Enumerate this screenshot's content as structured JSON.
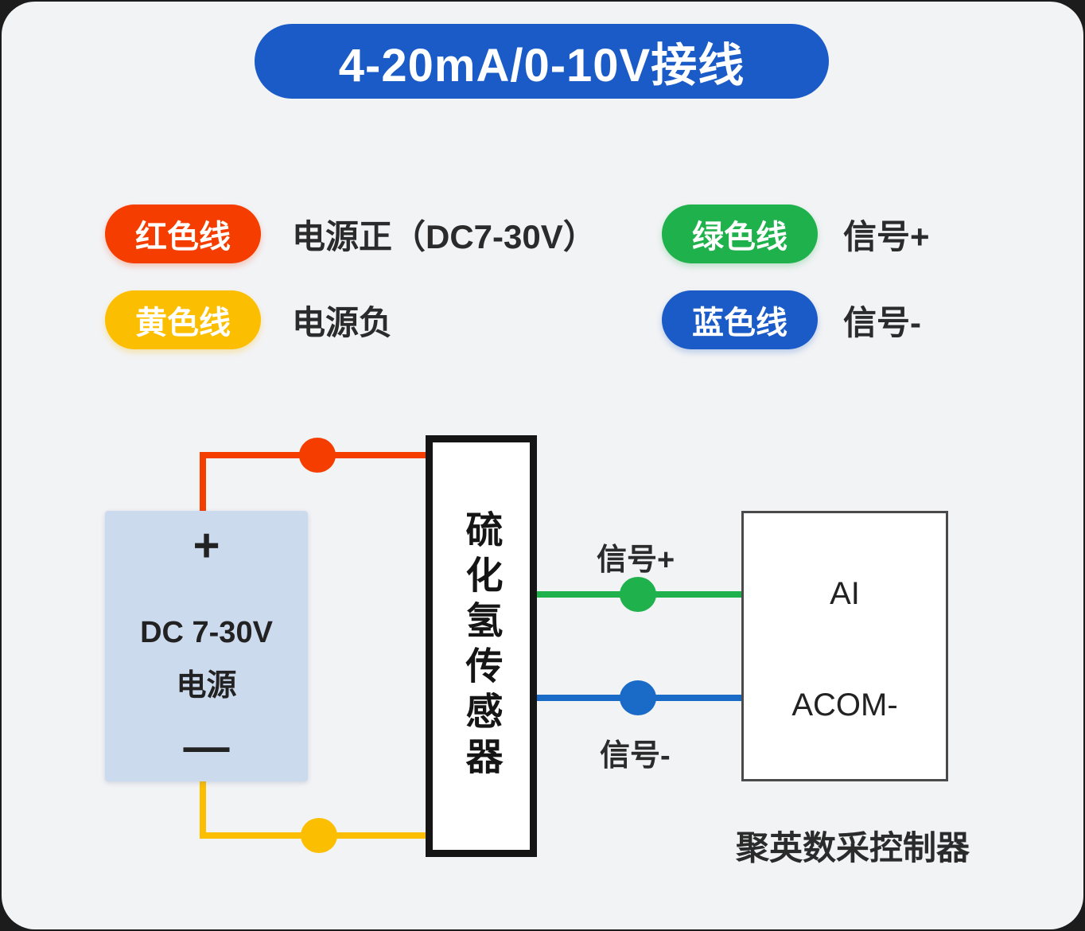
{
  "title": "4-20mA/0-10V接线",
  "legend": {
    "red": {
      "label": "红色线",
      "desc": "电源正（DC7-30V）"
    },
    "yellow": {
      "label": "黄色线",
      "desc": "电源负"
    },
    "green": {
      "label": "绿色线",
      "desc": "信号+"
    },
    "blue": {
      "label": "蓝色线",
      "desc": "信号-"
    }
  },
  "diagram": {
    "power_box": {
      "plus": "+",
      "name_line1": "DC 7-30V",
      "name_line2": "电源",
      "minus": "—"
    },
    "sensor_label": "硫化氢传感器",
    "controller": {
      "port_top": "AI",
      "port_bottom": "ACOM-",
      "caption": "聚英数采控制器"
    },
    "wire_labels": {
      "signal_plus": "信号+",
      "signal_minus": "信号-"
    }
  },
  "colors": {
    "title_blue": "#1a5bc7",
    "red_wire": "#f53d00",
    "yellow_wire": "#fcbe00",
    "green_wire": "#1fb14c",
    "blue_wire": "#1a6ac8",
    "panel_background": "#f2f3f5",
    "power_box_fill": "#ccdaee"
  }
}
